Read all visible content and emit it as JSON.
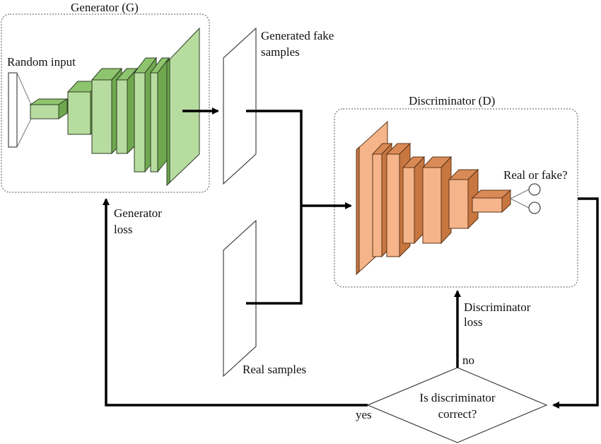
{
  "labels": {
    "generator_title": "Generator (G)",
    "random_input": "Random input",
    "fake_samples_line1": "Generated fake",
    "fake_samples_line2": "samples",
    "discriminator_title": "Discriminator (D)",
    "real_or_fake": "Real or fake?",
    "generator_loss_line1": "Generator",
    "generator_loss_line2": "loss",
    "real_samples": "Real samples",
    "discriminator_loss_line1": "Discriminator",
    "discriminator_loss_line2": "loss",
    "no": "no",
    "yes": "yes",
    "decision_line1": "Is discriminator",
    "decision_line2": "correct?"
  },
  "colors": {
    "generator_layers": "#b7dca0",
    "discriminator_layers": "#f5b48a",
    "arrows": "#000000"
  }
}
